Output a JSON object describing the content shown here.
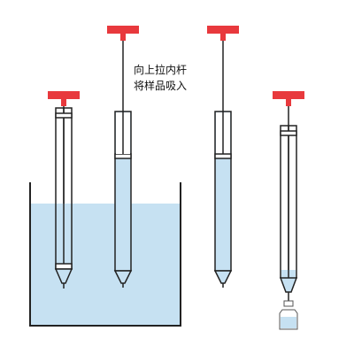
{
  "annotation": {
    "line1": "向上拉内杆",
    "line2": "将样品吸入"
  },
  "colors": {
    "handle": "#e8393d",
    "liquid": "#c6e1f2",
    "outline": "#222222",
    "background": "#ffffff"
  },
  "steps": [
    {
      "id": "step-1",
      "description_state": "immersed"
    },
    {
      "id": "step-2",
      "description_state": "drawing-up"
    },
    {
      "id": "step-3",
      "description_state": "filled"
    },
    {
      "id": "step-4",
      "description_state": "dispensing"
    }
  ]
}
